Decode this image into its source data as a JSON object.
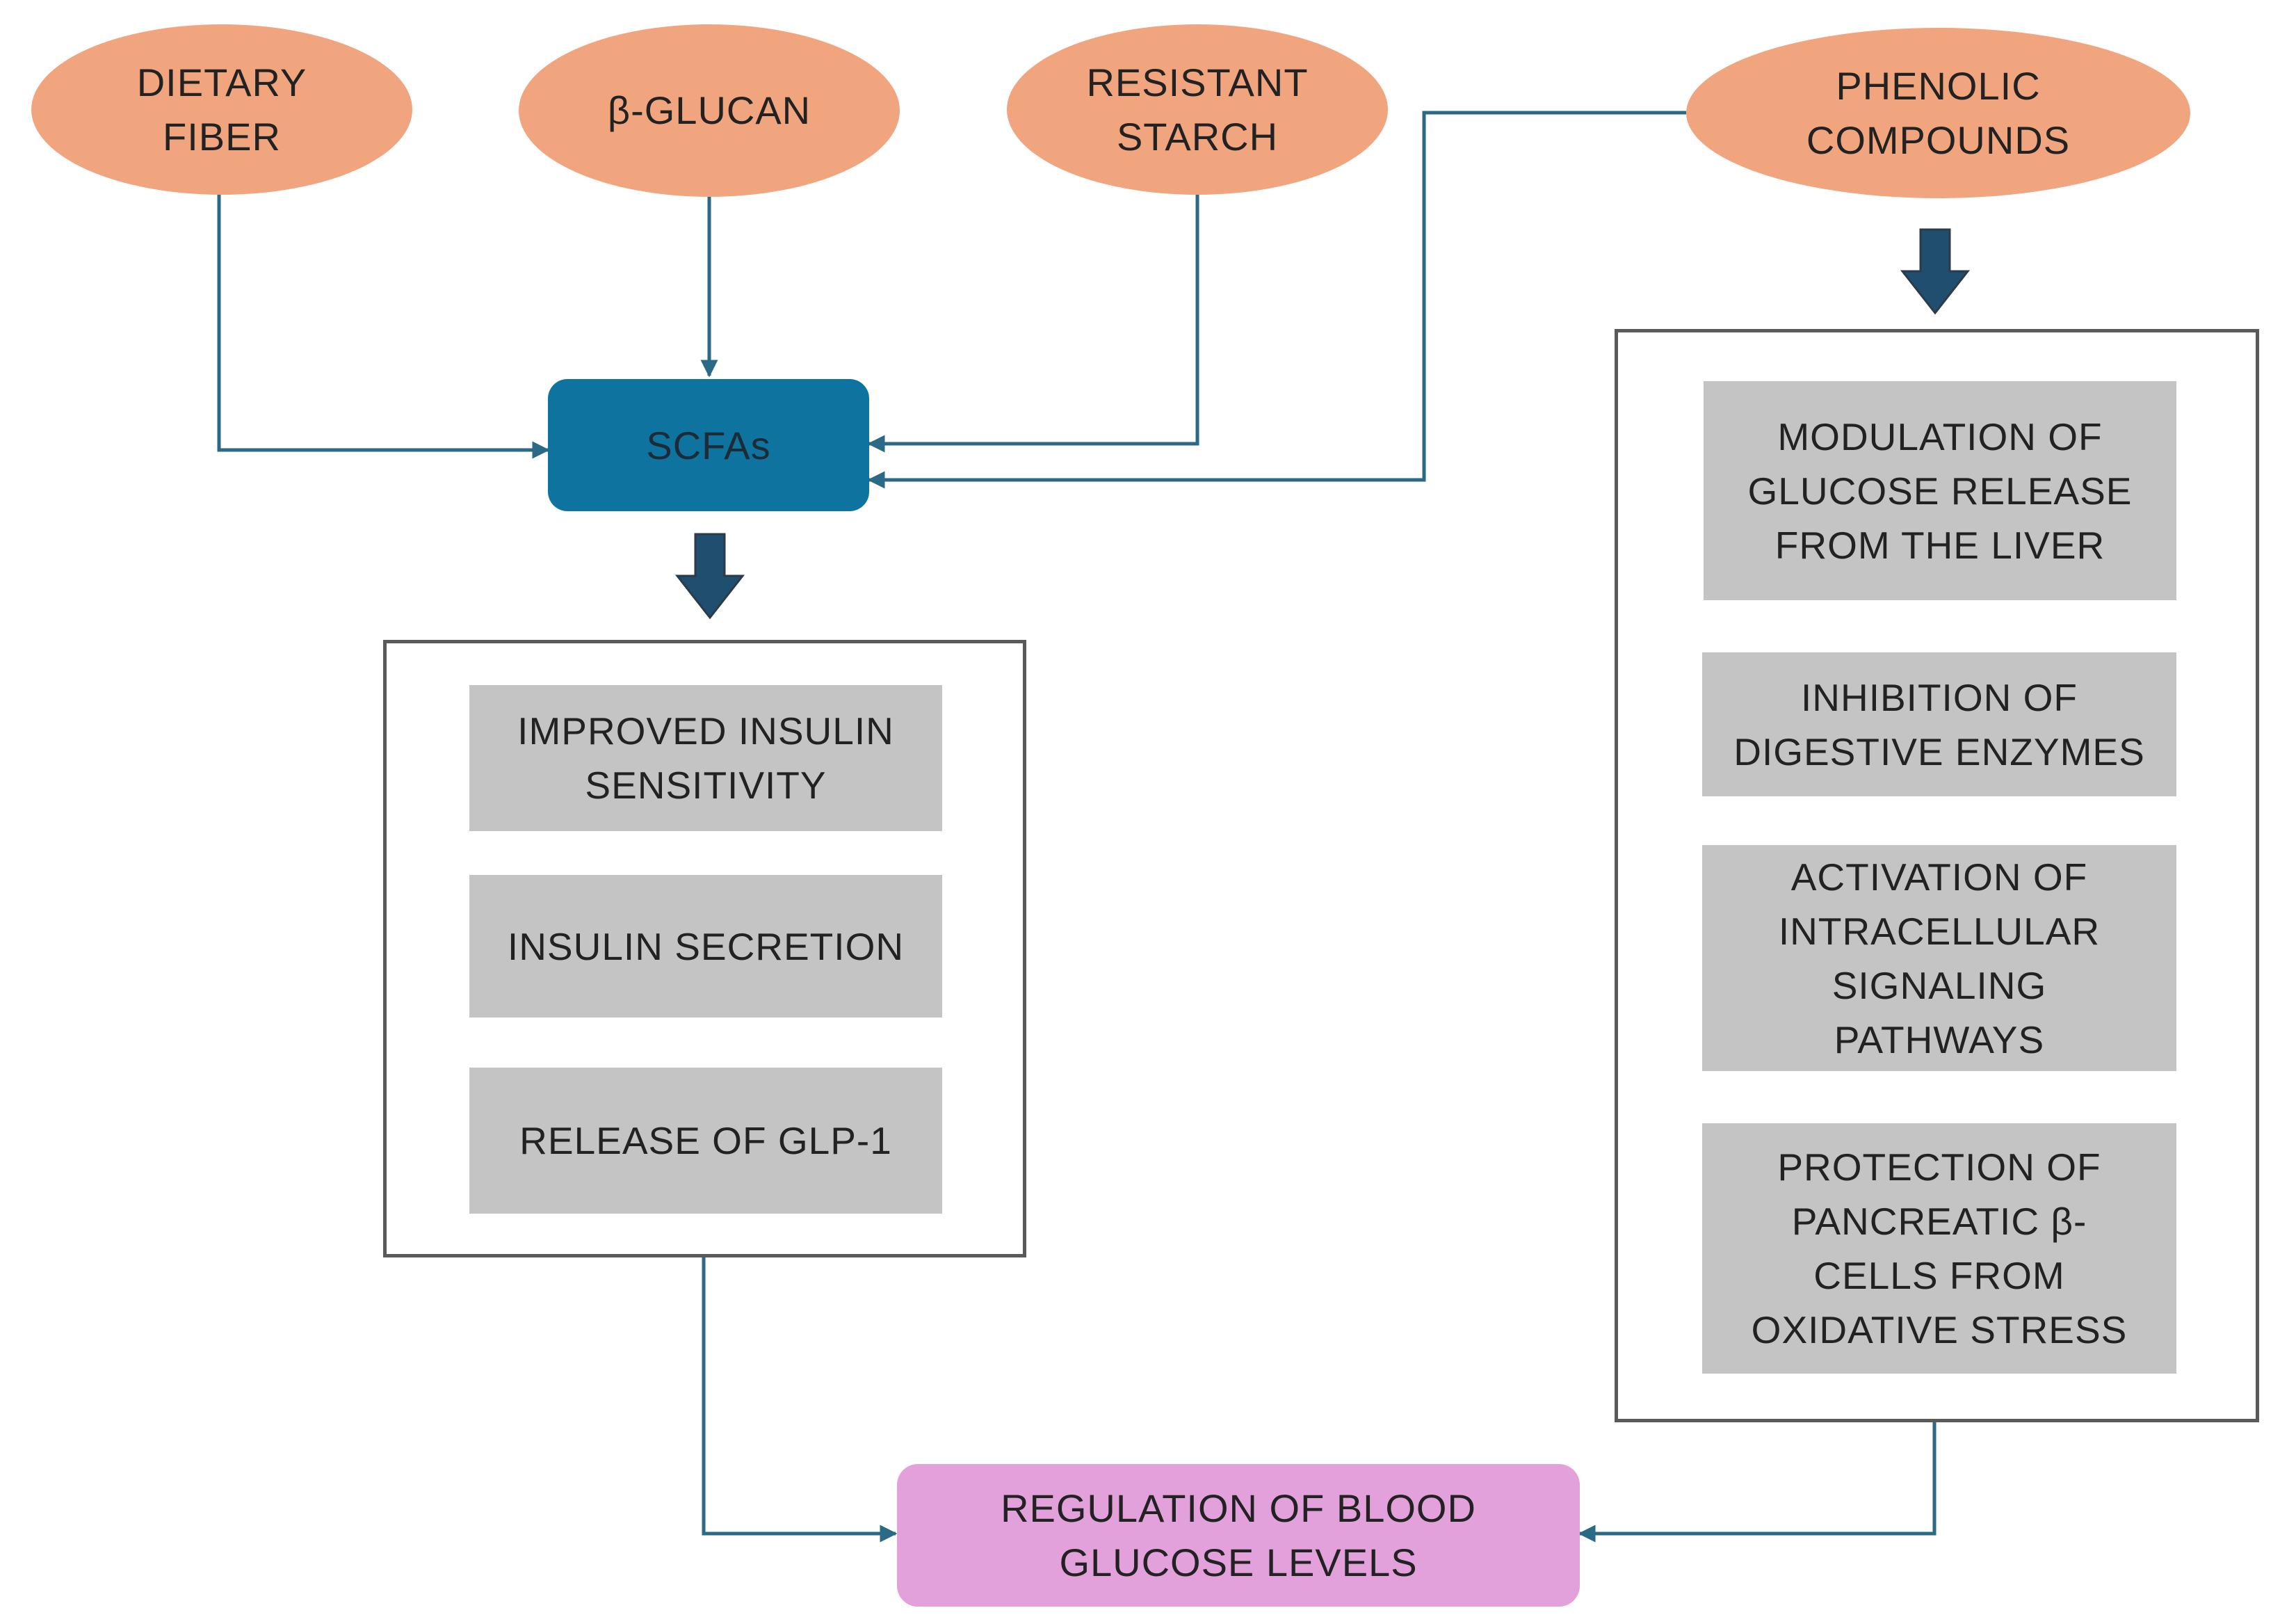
{
  "sources": {
    "dietary_fiber": "DIETARY\nFIBER",
    "beta_glucan": "β-GLUCAN",
    "resistant_starch": "RESISTANT\nSTARCH",
    "phenolic_compounds": "PHENOLIC\nCOMPOUNDS"
  },
  "scfa": {
    "label": "SCFAs"
  },
  "scfa_effects": [
    "IMPROVED INSULIN\nSENSITIVITY",
    "INSULIN SECRETION",
    "RELEASE OF GLP-1"
  ],
  "phenolic_effects": [
    "MODULATION OF\nGLUCOSE RELEASE\nFROM THE LIVER",
    "INHIBITION OF\nDIGESTIVE ENZYMES",
    "ACTIVATION OF\nINTRACELLULAR\nSIGNALING\nPATHWAYS",
    "PROTECTION OF\nPANCREATIC β-\nCELLS FROM\nOXIDATIVE STRESS"
  ],
  "outcome": {
    "label": "REGULATION OF BLOOD\nGLUCOSE LEVELS"
  },
  "colors": {
    "source_fill": "#f1a57e",
    "scfa_fill": "#0f739f",
    "mechanism_fill": "#c4c4c4",
    "outcome_fill": "#e3a1dc",
    "connector": "#2b6a86",
    "block_arrow": "#1f4e6e",
    "group_border": "#5a5a5a"
  }
}
